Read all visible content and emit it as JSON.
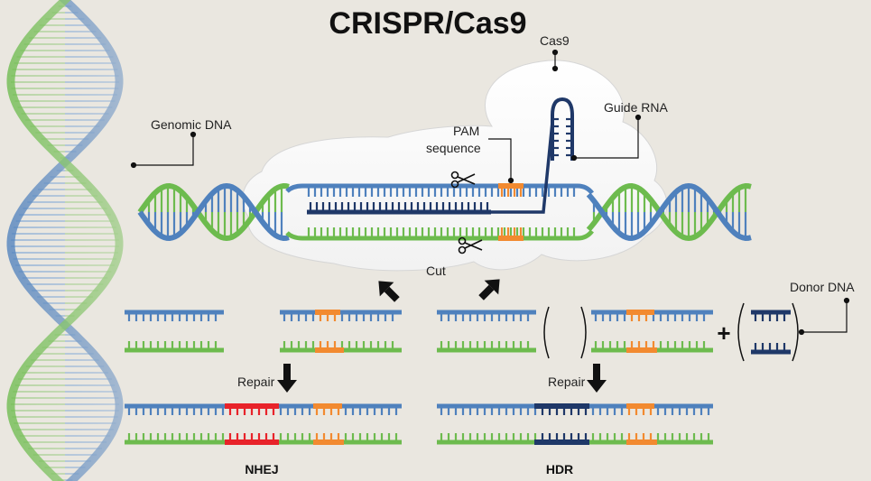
{
  "title": "CRISPR/Cas9",
  "labels": {
    "cas9": "Cas9",
    "guide_rna": "Guide RNA",
    "genomic_dna": "Genomic DNA",
    "pam_line1": "PAM",
    "pam_line2": "sequence",
    "cut": "Cut",
    "donor_dna": "Donor DNA",
    "repair_left": "Repair",
    "repair_right": "Repair",
    "nhej": "NHEJ",
    "hdr": "HDR",
    "plus": "+"
  },
  "colors": {
    "background": "#eae7e0",
    "blue_strand": "#4f81bd",
    "green_strand": "#6dbb4e",
    "pam_orange": "#f28a30",
    "guide_navy": "#1f3868",
    "insertion_red": "#e8232a",
    "donor_navy": "#1f3868",
    "cas9_body": "#ffffff",
    "arrow": "#111111"
  }
}
